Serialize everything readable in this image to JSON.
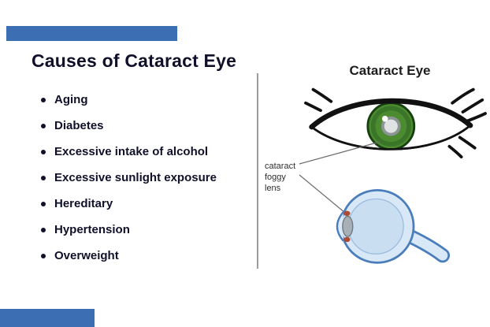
{
  "slide": {
    "title": "Causes of Cataract Eye",
    "bullets": [
      "Aging",
      "Diabetes",
      "Excessive intake of alcohol",
      "Excessive sunlight exposure",
      "Hereditary",
      "Hypertension",
      "Overweight"
    ]
  },
  "figure": {
    "title": "Cataract Eye",
    "callout_lines": [
      "cataract",
      "foggy",
      "lens"
    ]
  },
  "colors": {
    "accent_bar": "#3c6eb4",
    "iris": "#4d8b31",
    "eyeball_fill": "#d9e8f7",
    "eyeball_stroke": "#4a7dbb"
  }
}
